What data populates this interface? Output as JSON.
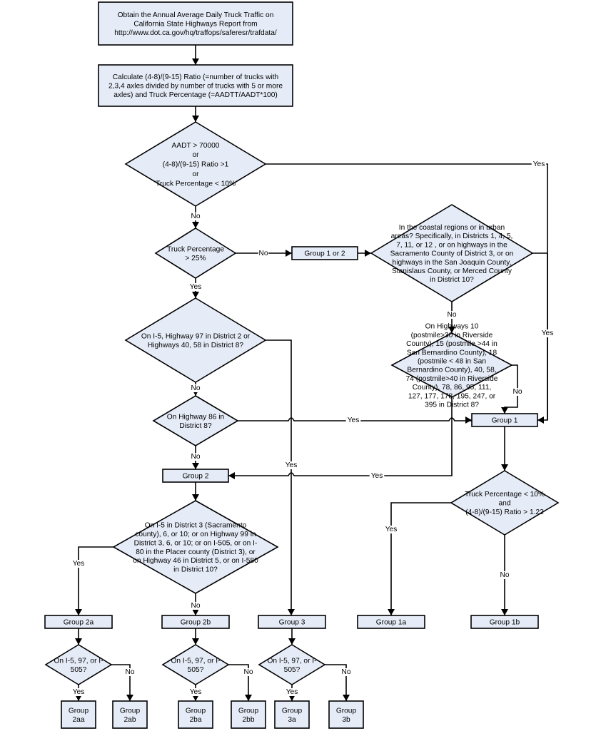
{
  "diagram": {
    "type": "flowchart",
    "nodes": {
      "obtain": {
        "shape": "process",
        "lines": [
          "Obtain the Annual Average Daily Truck Traffic on",
          "California State Highways Report from",
          "http://www.dot.ca.gov/hq/traffops/saferesr/trafdata/"
        ]
      },
      "calculate": {
        "shape": "process",
        "lines": [
          "Calculate (4-8)/(9-15) Ratio (=number of trucks with",
          "2,3,4 axles divided by number of trucks with 5 or more",
          "axles) and Truck Percentage (=AADTT/AADT*100)"
        ]
      },
      "d_aadt": {
        "shape": "decision",
        "lines": [
          "AADT > 70000",
          "or",
          "(4-8)/(9-15) Ratio >1",
          "or",
          "Truck Percentage < 10%"
        ]
      },
      "d_truck25": {
        "shape": "decision",
        "lines": [
          "Truck Percentage",
          "> 25%"
        ]
      },
      "group1or2": {
        "shape": "process",
        "lines": [
          "Group 1 or 2"
        ]
      },
      "d_coastal": {
        "shape": "decision",
        "lines": [
          "In the coastal regions or in urban",
          "areas? Specifically, in Districts 1, 4, 5,",
          "7, 11, or 12 , or on highways in the",
          "Sacramento County of District 3, or on",
          "highways in the San Joaquin County,",
          "Stanislaus County, or Merced County",
          "in District 10?"
        ]
      },
      "d_hwy10": {
        "shape": "decision",
        "lines": [
          "On Highways 10",
          "(postmile>30 in Riverside",
          "County), 15 (postmile >44 in",
          "San Bernardino County), 18",
          "(postmile < 48 in San",
          "Bernardino County), 40, 58,",
          "74 (postmile>40 in Riverside",
          "County), 78, 86, 95, 111,",
          "127, 177, 178, 195, 247, or",
          "395 in District 8?"
        ]
      },
      "d_i5": {
        "shape": "decision",
        "lines": [
          "On I-5, Highway 97 in District 2 or",
          "Highways 40, 58 in District 8?"
        ]
      },
      "d_hwy86": {
        "shape": "decision",
        "lines": [
          "On Highway 86 in",
          "District 8?"
        ]
      },
      "group1": {
        "shape": "process",
        "lines": [
          "Group 1"
        ]
      },
      "group2": {
        "shape": "process",
        "lines": [
          "Group 2"
        ]
      },
      "d_ratio122": {
        "shape": "decision",
        "lines": [
          "Truck Percentage < 10%",
          "and",
          "(4-8)/(9-15) Ratio > 1.22"
        ]
      },
      "d_dist3": {
        "shape": "decision",
        "lines": [
          "On I-5 in District 3 (Sacramento",
          "county), 6, or 10; or on Highway 99 in",
          "District 3, 6, or 10; or on I-505, or on I-",
          "80 in the Placer county (District 3), or",
          "on Highway 46 in District 5, or on I-580",
          "in District 10?"
        ]
      },
      "group2a": {
        "shape": "process",
        "lines": [
          "Group 2a"
        ]
      },
      "group2b": {
        "shape": "process",
        "lines": [
          "Group 2b"
        ]
      },
      "group3": {
        "shape": "process",
        "lines": [
          "Group 3"
        ]
      },
      "group1a": {
        "shape": "process",
        "lines": [
          "Group 1a"
        ]
      },
      "group1b": {
        "shape": "process",
        "lines": [
          "Group 1b"
        ]
      },
      "d_2a": {
        "shape": "decision",
        "lines": [
          "On I-5, 97, or I-",
          "505?"
        ]
      },
      "d_2b": {
        "shape": "decision",
        "lines": [
          "On I-5, 97, or I-",
          "505?"
        ]
      },
      "d_3": {
        "shape": "decision",
        "lines": [
          "On I-5, 97, or I-",
          "505?"
        ]
      },
      "group2aa": {
        "shape": "process",
        "lines": [
          "Group",
          "2aa"
        ]
      },
      "group2ab": {
        "shape": "process",
        "lines": [
          "Group",
          "2ab"
        ]
      },
      "group2ba": {
        "shape": "process",
        "lines": [
          "Group",
          "2ba"
        ]
      },
      "group2bb": {
        "shape": "process",
        "lines": [
          "Group",
          "2bb"
        ]
      },
      "group3a": {
        "shape": "process",
        "lines": [
          "Group",
          "3a"
        ]
      },
      "group3b": {
        "shape": "process",
        "lines": [
          "Group",
          "3b"
        ]
      }
    },
    "edges": [
      {
        "from": "obtain",
        "to": "calculate",
        "label": ""
      },
      {
        "from": "calculate",
        "to": "d_aadt",
        "label": ""
      },
      {
        "from": "d_aadt",
        "to": "group1",
        "label": "Yes"
      },
      {
        "from": "d_aadt",
        "to": "d_truck25",
        "label": "No"
      },
      {
        "from": "d_truck25",
        "to": "group1or2",
        "label": "No"
      },
      {
        "from": "d_truck25",
        "to": "d_i5",
        "label": "Yes"
      },
      {
        "from": "group1or2",
        "to": "d_coastal",
        "label": ""
      },
      {
        "from": "d_coastal",
        "to": "group1",
        "label": "Yes"
      },
      {
        "from": "d_coastal",
        "to": "d_hwy10",
        "label": "No"
      },
      {
        "from": "d_hwy10",
        "to": "group1",
        "label": "No"
      },
      {
        "from": "d_hwy10",
        "to": "group2",
        "label": "Yes"
      },
      {
        "from": "d_i5",
        "to": "group3",
        "label": "Yes"
      },
      {
        "from": "d_i5",
        "to": "d_hwy86",
        "label": "No"
      },
      {
        "from": "d_hwy86",
        "to": "group1",
        "label": "Yes"
      },
      {
        "from": "d_hwy86",
        "to": "group2",
        "label": "No"
      },
      {
        "from": "group1",
        "to": "d_ratio122",
        "label": ""
      },
      {
        "from": "d_ratio122",
        "to": "group1a",
        "label": "Yes"
      },
      {
        "from": "d_ratio122",
        "to": "group1b",
        "label": "No"
      },
      {
        "from": "group2",
        "to": "d_dist3",
        "label": ""
      },
      {
        "from": "d_dist3",
        "to": "group2a",
        "label": "Yes"
      },
      {
        "from": "d_dist3",
        "to": "group2b",
        "label": "No"
      },
      {
        "from": "group2a",
        "to": "d_2a",
        "label": ""
      },
      {
        "from": "group2b",
        "to": "d_2b",
        "label": ""
      },
      {
        "from": "group3",
        "to": "d_3",
        "label": ""
      },
      {
        "from": "d_2a",
        "to": "group2aa",
        "label": "Yes"
      },
      {
        "from": "d_2a",
        "to": "group2ab",
        "label": "No"
      },
      {
        "from": "d_2b",
        "to": "group2ba",
        "label": "Yes"
      },
      {
        "from": "d_2b",
        "to": "group2bb",
        "label": "No"
      },
      {
        "from": "d_3",
        "to": "group3a",
        "label": "Yes"
      },
      {
        "from": "d_3",
        "to": "group3b",
        "label": "No"
      }
    ]
  }
}
